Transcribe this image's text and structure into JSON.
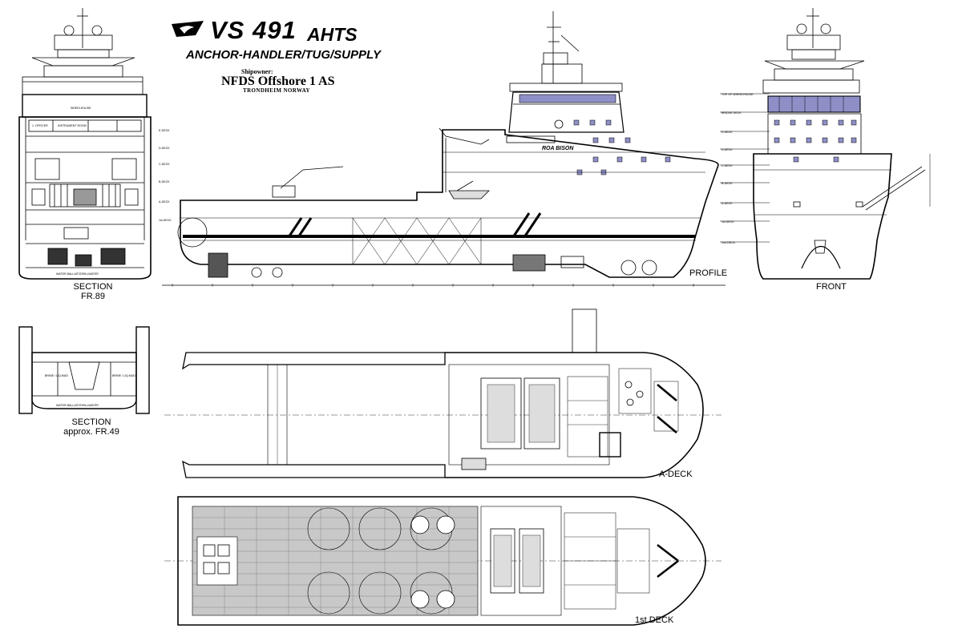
{
  "title": {
    "name": "VS 491",
    "type": "AHTS",
    "subtitle": "ANCHOR-HANDLER/TUG/SUPPLY"
  },
  "owner": {
    "label": "Shipowner:",
    "name": "NFDS Offshore 1 AS",
    "location": "TRONDHEIM NORWAY"
  },
  "ship_name": "ROA BISON",
  "views": {
    "section_fr89": [
      "SECTION",
      "FR.89"
    ],
    "section_fr49": [
      "SECTION",
      "approx. FR.49"
    ],
    "profile": "PROFILE",
    "front": "FRONT",
    "a_deck": "A-DECK",
    "first_deck": "1st DECK"
  },
  "deck_levels": [
    "TOP OF WHEELHOUSE",
    "BRIDGE DECK",
    "E-DECK",
    "D-DECK",
    "C-DECK",
    "B-DECK",
    "A-DECK",
    "1st DECK",
    "2nd DECK"
  ],
  "section_labels": {
    "wheelhouse": "WHEELHOUSE",
    "officer": "1. OFFICER",
    "instrument": "INSTRUMENT ROOM",
    "bulk": "BRINE / LIQ.MUD",
    "water": "WATER BALLAST/DRILLWATER"
  },
  "colors": {
    "line": "#000000",
    "window": "#8f8fc8",
    "deck_fill": "#c8c8c8"
  }
}
